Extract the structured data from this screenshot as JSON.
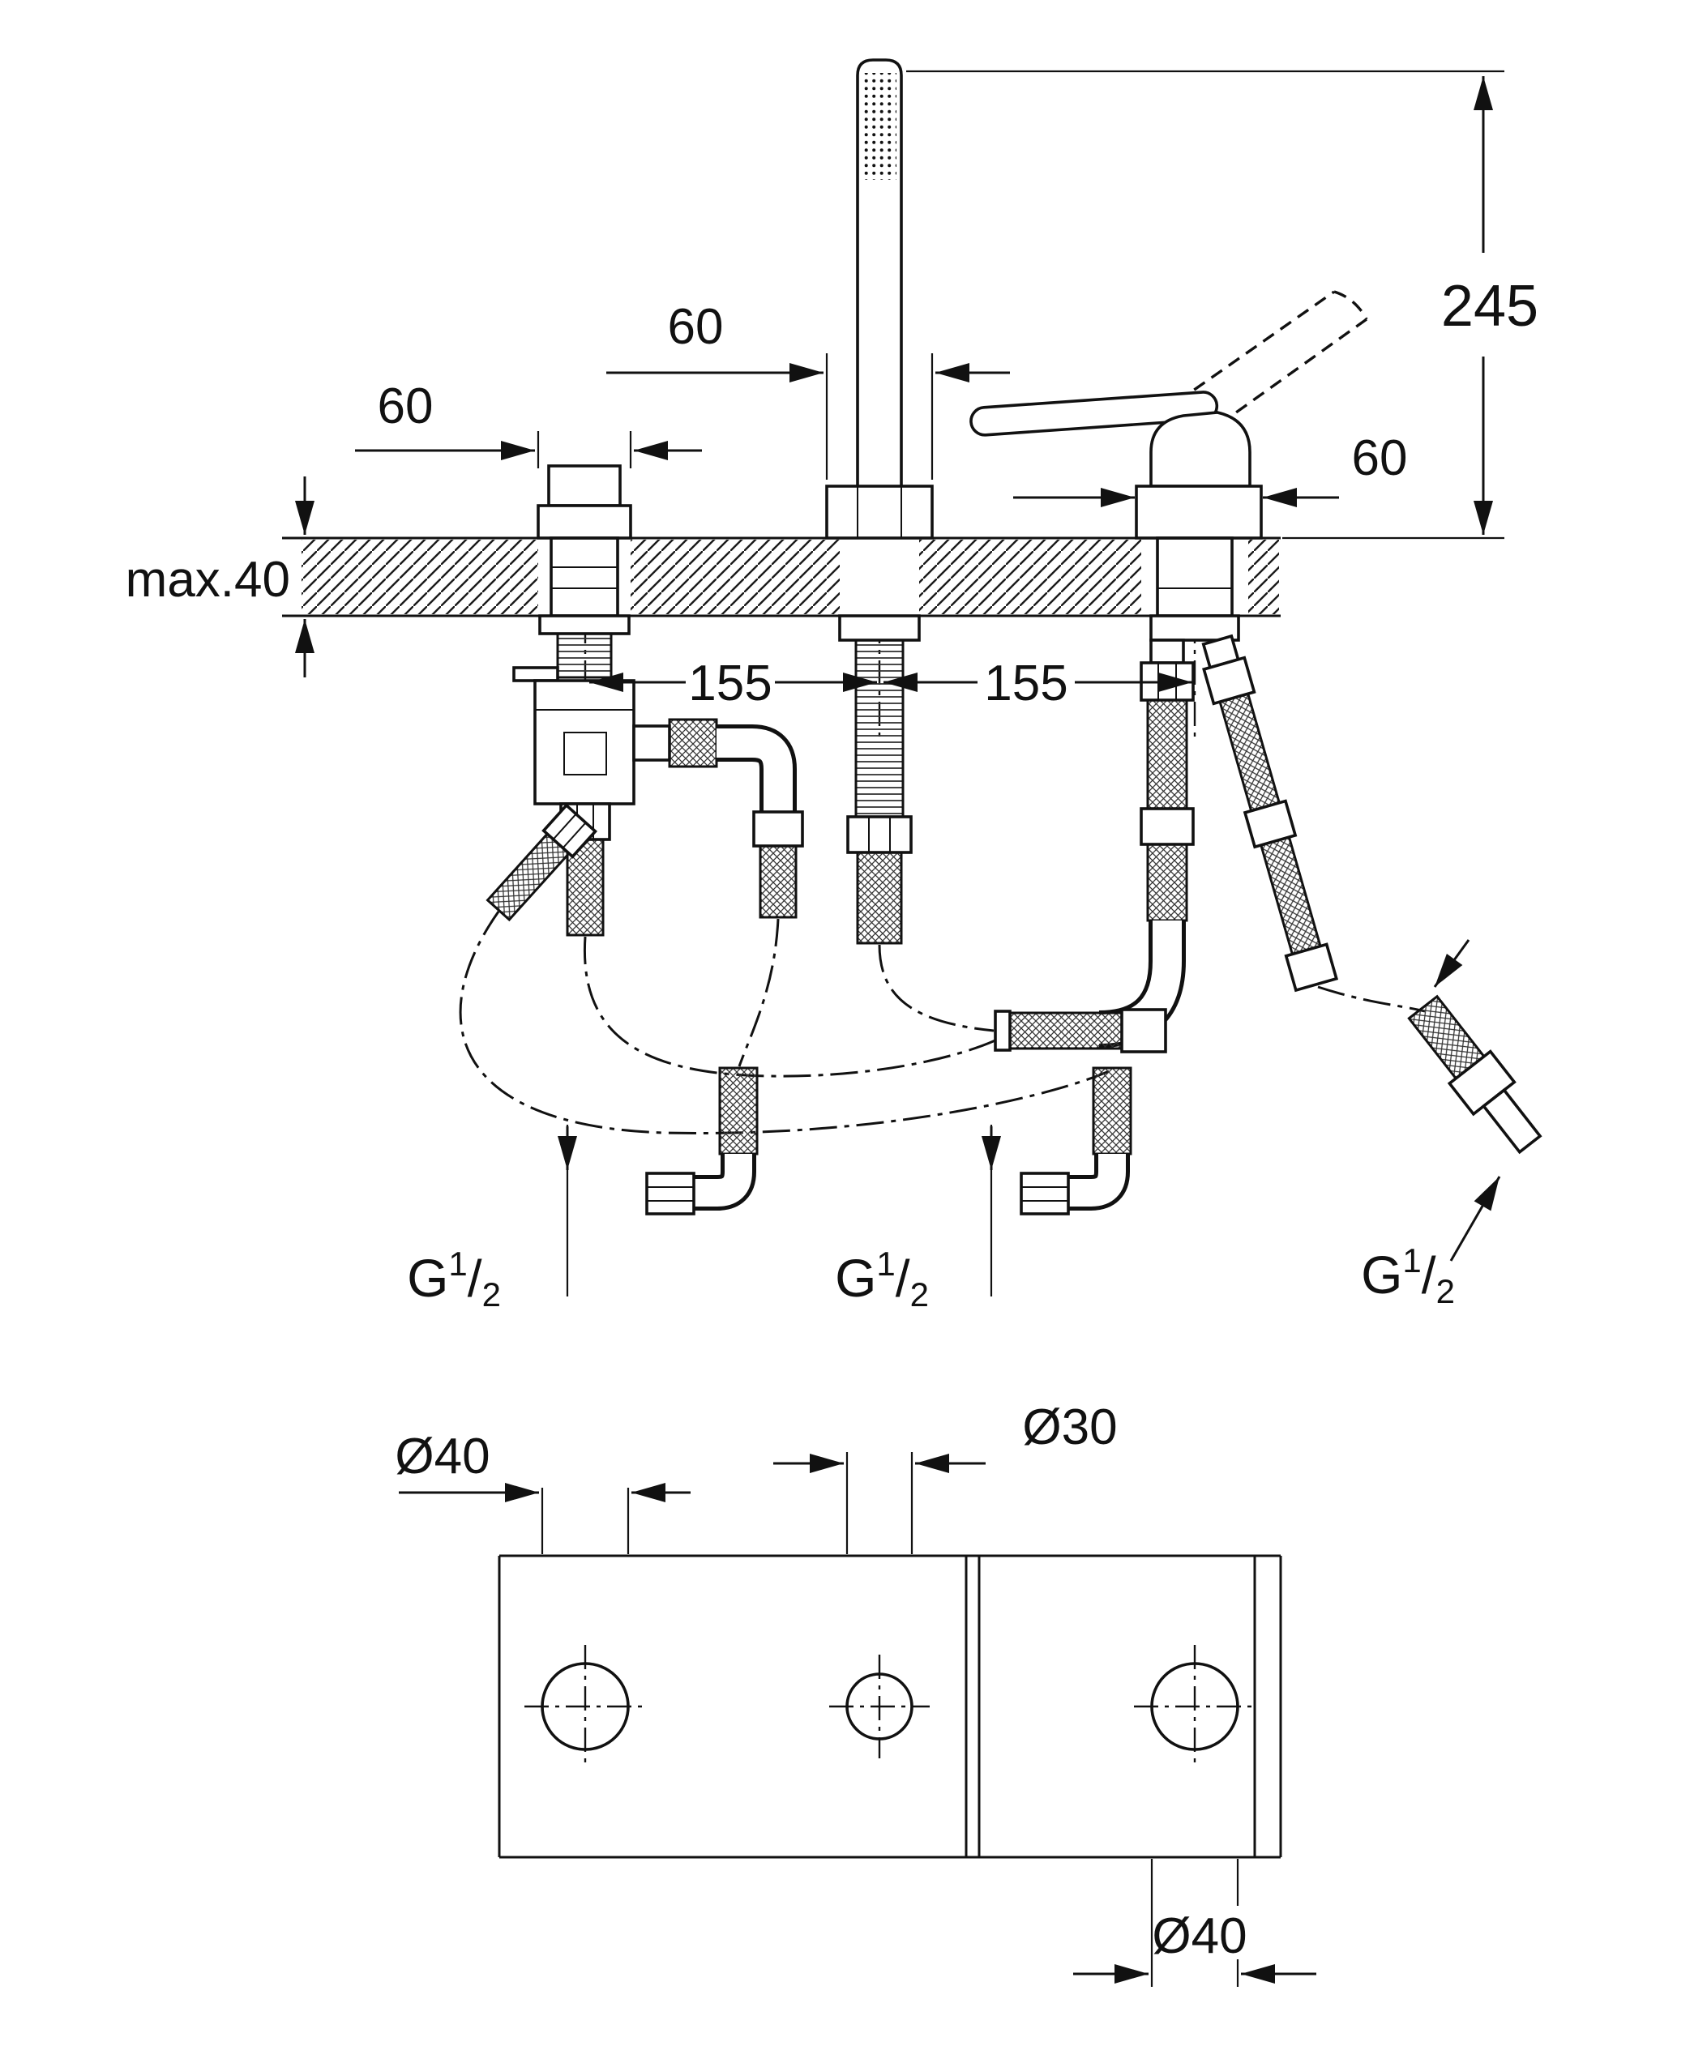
{
  "colors": {
    "ink": "#111111",
    "paper": "#ffffff"
  },
  "dimensions": {
    "overall_height": "245",
    "deck_thickness": "max.40",
    "left_handle_width": "60",
    "shower_holder_width": "60",
    "mixer_body_width": "60",
    "hole_spacing_left": "155",
    "hole_spacing_right": "155"
  },
  "holes": {
    "left_diameter": "Ø40",
    "middle_diameter": "Ø30",
    "right_diameter": "Ø40"
  },
  "thread": {
    "prefix": "G",
    "numerator": "1",
    "slash": "/",
    "denominator": "2"
  }
}
